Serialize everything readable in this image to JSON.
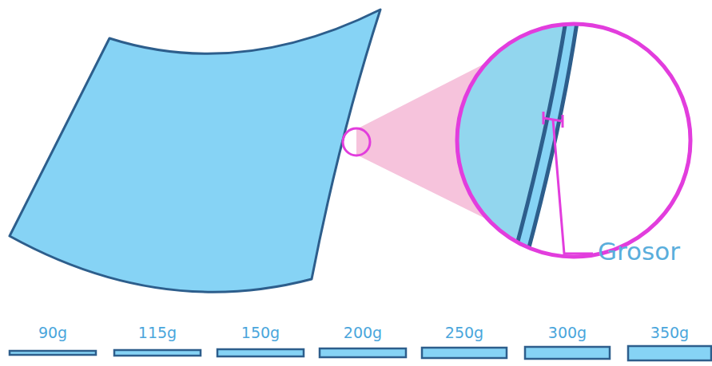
{
  "diagram": {
    "labels": [
      "Grosor",
      "90g",
      "115g",
      "150g",
      "200g",
      "250g",
      "300g",
      "350g"
    ]
  }
}
